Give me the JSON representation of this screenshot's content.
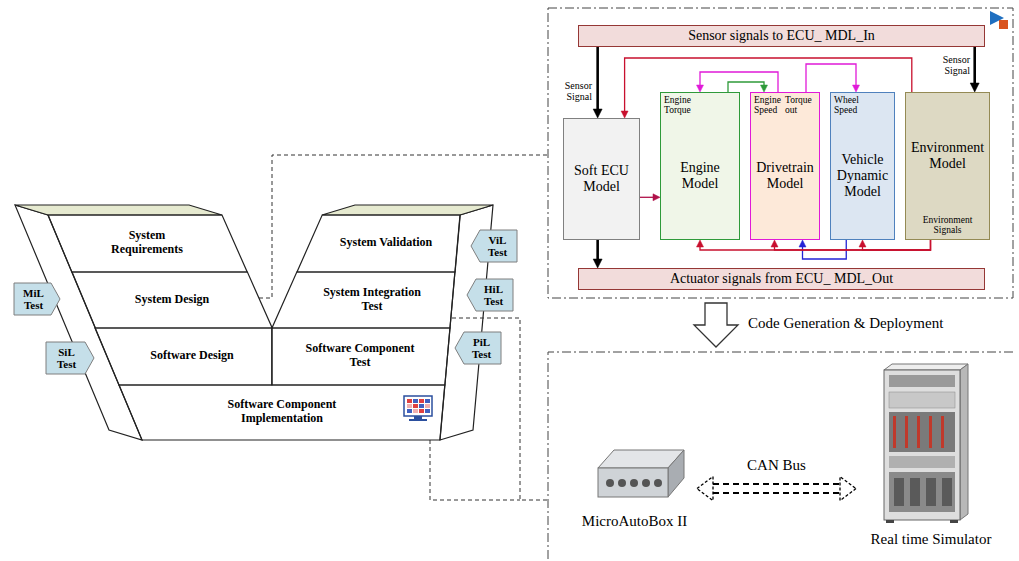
{
  "diagram": {
    "nodes": [
      {
        "text": [
          "System Requirements"
        ]
      },
      {
        "text": [
          "System Design"
        ]
      },
      {
        "text": [
          "Software Design"
        ]
      },
      {
        "text": [
          "Software Component Implementation"
        ]
      },
      {
        "text": [
          "Software Component Test"
        ]
      },
      {
        "text": [
          "System Integration Test"
        ]
      },
      {
        "text": [
          "System Validation"
        ]
      },
      {
        "text": [
          "MiL Test"
        ]
      },
      {
        "text": [
          "SiL Test"
        ]
      },
      {
        "text": [
          "PiL Test"
        ]
      },
      {
        "text": [
          "HiL Test"
        ]
      },
      {
        "text": [
          "ViL Test"
        ]
      },
      {
        "text": [
          "Sensor signals to ECU_ MDL_In"
        ]
      },
      {
        "text": [
          "Soft ECU Model"
        ]
      },
      {
        "text": [
          "Engine Torque",
          "Engine Model"
        ]
      },
      {
        "text": [
          "Engine Speed",
          "Torque out",
          "Drivetrain Model"
        ]
      },
      {
        "text": [
          "Wheel Speed",
          "Vehicle Dynamic Model"
        ]
      },
      {
        "text": [
          "Environment Model",
          "Environment Signals"
        ]
      },
      {
        "text": [
          "Actuator signals from ECU_ MDL_Out"
        ]
      },
      {
        "text": [
          "MicroAutoBox II"
        ]
      },
      {
        "text": [
          "Real time Simulator"
        ]
      }
    ],
    "edges": [
      {
        "from": 12,
        "to": 13,
        "arrow": "to"
      },
      {
        "from": 12,
        "to": 17,
        "arrow": "to"
      },
      {
        "from": 13,
        "to": 18,
        "arrow": "to"
      },
      {
        "from": 17,
        "to": 13,
        "arrow": "to"
      },
      {
        "from": 13,
        "to": 14,
        "arrow": "to"
      },
      {
        "from": 14,
        "to": 15,
        "arrow": "to"
      },
      {
        "from": 15,
        "to": 14,
        "arrow": "to"
      },
      {
        "from": 15,
        "to": 16,
        "arrow": "to"
      },
      {
        "from": 16,
        "to": 15,
        "arrow": "to"
      },
      {
        "from": 17,
        "to": 14,
        "arrow": "to"
      },
      {
        "from": 17,
        "to": 15,
        "arrow": "to"
      },
      {
        "from": 17,
        "to": 16,
        "arrow": "to"
      },
      {
        "from": 19,
        "to": 20,
        "label": "CAN Bus",
        "arrow": "both"
      }
    ],
    "labels": [
      "Sensor Signal",
      "Sensor Signal",
      "Code Generation & Deployment"
    ]
  }
}
